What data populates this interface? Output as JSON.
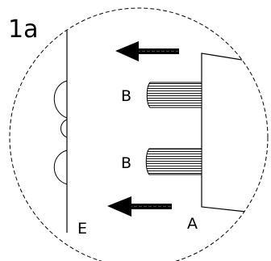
{
  "figure": {
    "panel_label": "1a",
    "labels": {
      "shaft_top": "B",
      "shaft_bottom": "B",
      "block": "A",
      "wall": "E"
    }
  }
}
